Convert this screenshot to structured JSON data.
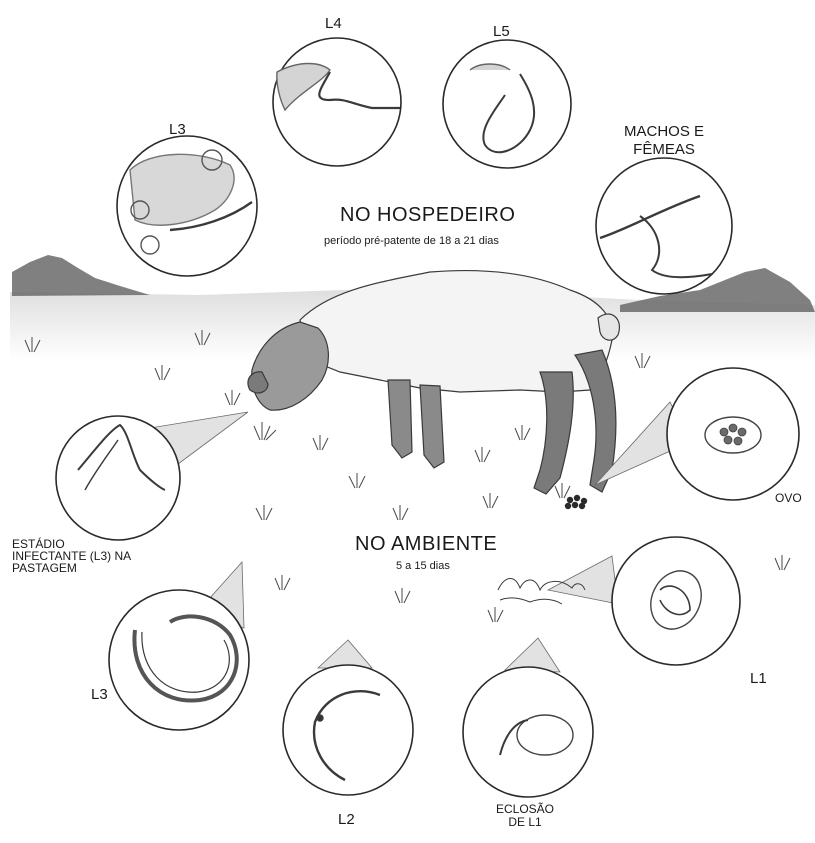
{
  "host": {
    "title": "NO HOSPEDEIRO",
    "subtitle": "período pré-patente de 18 a 21 dias"
  },
  "environment": {
    "title": "NO AMBIENTE",
    "subtitle": "5 a 15 dias"
  },
  "stages": {
    "l4": "L4",
    "l5": "L5",
    "l3_host": "L3",
    "adults": "MACHOS E\nFÊMEAS",
    "ovo": "OVO",
    "l1": "L1",
    "hatch": "ECLOSÃO\nDE L1",
    "l2": "L2",
    "l3_env": "L3",
    "infective": "ESTÁDIO\nINFECTANTE (L3) NA\nPASTAGEM"
  },
  "colors": {
    "ink": "#1a1a1a",
    "pencil": "#4a4a4a",
    "shade": "#8a8a8a",
    "mountain": "#5a5a5a",
    "ground": "#d8d8d8"
  }
}
